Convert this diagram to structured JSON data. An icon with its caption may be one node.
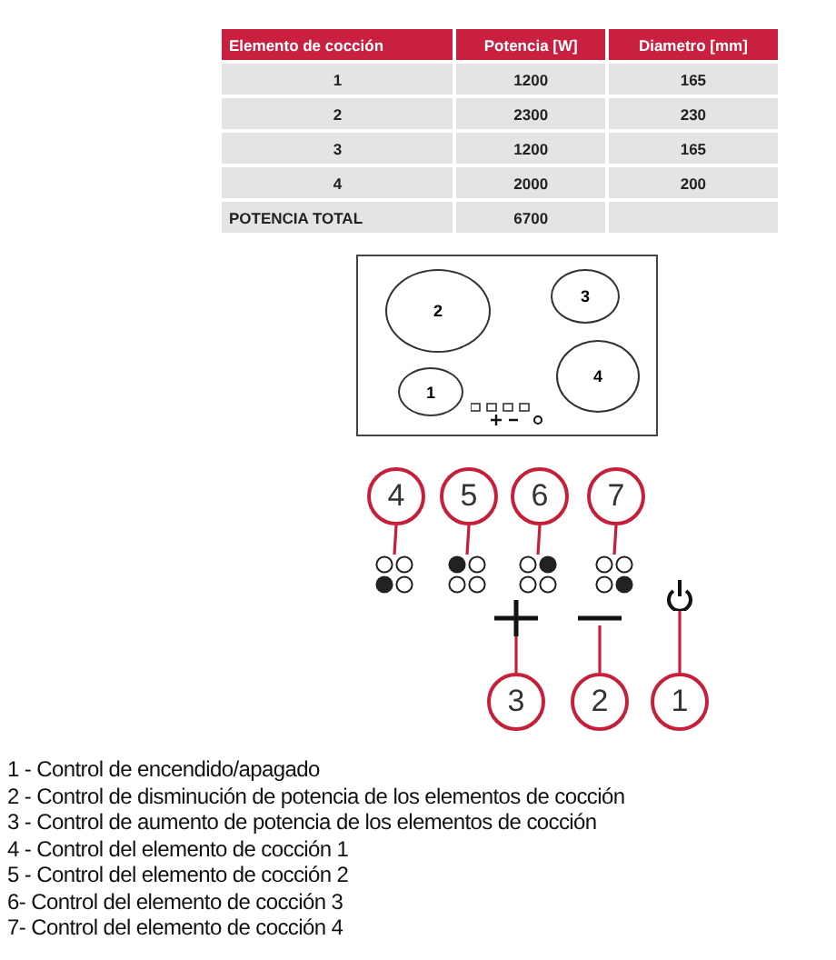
{
  "diagram": {
    "nodes": [
      {
        "text": [],
        "shape": "box"
      },
      {
        "text": [
          "2"
        ],
        "in": 0
      },
      {
        "text": [
          "3"
        ],
        "in": 0
      },
      {
        "text": [
          "1"
        ],
        "in": 0
      },
      {
        "text": [
          "4"
        ],
        "in": 0
      },
      {
        "text": [
          "4"
        ]
      },
      {
        "text": [
          "5"
        ]
      },
      {
        "text": [
          "6"
        ]
      },
      {
        "text": [
          "7"
        ]
      },
      {
        "text": [],
        "shape": "dots"
      },
      {
        "text": [],
        "shape": "dots"
      },
      {
        "text": [],
        "shape": "dots"
      },
      {
        "text": [],
        "shape": "dots"
      },
      {
        "text": [],
        "shape": "plus"
      },
      {
        "text": [],
        "shape": "minus"
      },
      {
        "text": [],
        "shape": "power"
      },
      {
        "text": [
          "3"
        ]
      },
      {
        "text": [
          "2"
        ]
      },
      {
        "text": [
          "1"
        ]
      }
    ],
    "edges": [
      {
        "from": 5,
        "to": 9,
        "arrow": "none"
      },
      {
        "from": 6,
        "to": 10,
        "arrow": "none"
      },
      {
        "from": 7,
        "to": 11,
        "arrow": "none"
      },
      {
        "from": 8,
        "to": 12,
        "arrow": "none"
      },
      {
        "from": 16,
        "to": 13,
        "arrow": "none"
      },
      {
        "from": 17,
        "to": 14,
        "arrow": "none"
      },
      {
        "from": 18,
        "to": 15,
        "arrow": "none"
      }
    ],
    "labels": [
      "Elemento de cocción",
      "Potencia [W]",
      "Diametro [mm]",
      "1",
      "1200",
      "165",
      "2",
      "2300",
      "230",
      "3",
      "1200",
      "165",
      "4",
      "2000",
      "200",
      "POTENCIA TOTAL",
      "6700",
      "1 - Control de encendido/apagado",
      "2 - Control de disminución de potencia de los elementos de cocción",
      "3 - Control de aumento de potencia de los elementos de cocción",
      "4 - Control del elemento de cocción 1",
      "5 - Control del elemento de cocción 2",
      "6- Control del elemento de cocción 3",
      "7- Control del elemento de cocción 4"
    ]
  }
}
